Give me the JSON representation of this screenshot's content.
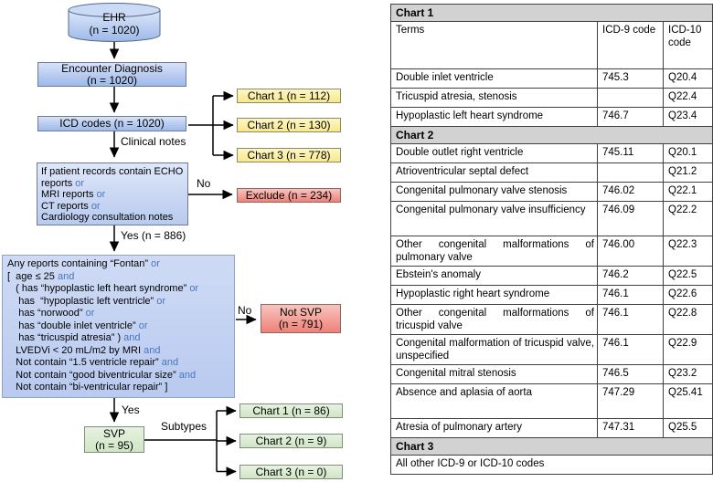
{
  "flowchart": {
    "ehr": {
      "title": "EHR",
      "count": "(n = 1020)"
    },
    "encounter": {
      "title": "Encounter Diagnosis",
      "count": "(n = 1020)"
    },
    "icd_codes": {
      "label": "ICD codes (n = 1020)"
    },
    "labels": {
      "clinical_notes": "Clinical notes",
      "no_exclude": "No",
      "yes_886": "Yes (n = 886)",
      "no_notsvp": "No",
      "yes_svp": "Yes",
      "subtypes": "Subtypes"
    },
    "icd_charts": [
      "Chart 1 (n = 112)",
      "Chart 2 (n = 130)",
      "Chart 3 (n = 778)"
    ],
    "exclude": {
      "label": "Exclude (n = 234)"
    },
    "records_box": {
      "lines": [
        {
          "text": "If patient records contain ECHO reports ",
          "conj": "or"
        },
        {
          "text": "MRI reports ",
          "conj": "or"
        },
        {
          "text": "CT reports ",
          "conj": "or"
        },
        {
          "text": "Cardiology consultation notes"
        }
      ]
    },
    "criteria_box": {
      "lines": [
        {
          "text": "Any reports containing “Fontan” ",
          "conj": "or"
        },
        {
          "text": "[  age ≤ 25 ",
          "conj": "and"
        },
        {
          "text": "   ( has “hypoplastic left heart syndrome” ",
          "conj": "or"
        },
        {
          "text": "    has  “hypoplastic left ventricle” ",
          "conj": "or"
        },
        {
          "text": "    has “norwood” ",
          "conj": "or"
        },
        {
          "text": "    has “double inlet ventricle” ",
          "conj": "or"
        },
        {
          "text": "    has “tricuspid atresia” ) ",
          "conj": "and"
        },
        {
          "text": "   LVEDVi < 20 mL/m2 by MRI ",
          "conj": "and"
        },
        {
          "text": "   Not contain “1.5 ventricle repair” ",
          "conj": "and"
        },
        {
          "text": "   Not contain “good biventricular size” ",
          "conj": "and"
        },
        {
          "text": "   Not contain “bi-ventricular repair” ]"
        }
      ]
    },
    "not_svp": {
      "title": "Not SVP",
      "count": "(n = 791)"
    },
    "svp": {
      "title": "SVP",
      "count": "(n = 95)"
    },
    "svp_charts": [
      "Chart 1 (n = 86)",
      "Chart 2 (n = 9)",
      "Chart 3 (n = 0)"
    ]
  },
  "table": {
    "col_headers": [
      "Terms",
      "ICD-9 code",
      "ICD-10 code"
    ],
    "sections": [
      {
        "title": "Chart 1",
        "show_col_headers": true,
        "rows": [
          {
            "term": "Double inlet ventricle",
            "icd9": "745.3",
            "icd10": "Q20.4"
          },
          {
            "term": "Tricuspid atresia, stenosis",
            "icd9": "",
            "icd10": "Q22.4"
          },
          {
            "term": "Hypoplastic left heart syndrome",
            "icd9": "746.7",
            "icd10": "Q23.4"
          }
        ]
      },
      {
        "title": "Chart 2",
        "show_col_headers": false,
        "rows": [
          {
            "term": "Double outlet right ventricle",
            "icd9": "745.11",
            "icd10": "Q20.1"
          },
          {
            "term": "Atrioventricular septal defect",
            "icd9": "",
            "icd10": "Q21.2"
          },
          {
            "term": "Congenital pulmonary valve stenosis",
            "icd9": "746.02",
            "icd10": "Q22.1"
          },
          {
            "term": "Congenital pulmonary valve insufficiency",
            "icd9": "746.09",
            "icd10": "Q22.2",
            "tall": true
          },
          {
            "term": "Other congenital malformations of pulmonary valve",
            "icd9": "746.00",
            "icd10": "Q22.3"
          },
          {
            "term": "Ebstein's anomaly",
            "icd9": "746.2",
            "icd10": "Q22.5"
          },
          {
            "term": "Hypoplastic right heart syndrome",
            "icd9": "746.1",
            "icd10": "Q22.6"
          },
          {
            "term": "Other congenital malformations of tricuspid valve",
            "icd9": "746.1",
            "icd10": "Q22.8"
          },
          {
            "term": "Congenital malformation of tricuspid valve, unspecified",
            "icd9": "746.1",
            "icd10": "Q22.9"
          },
          {
            "term": "Congenital mitral stenosis",
            "icd9": "746.5",
            "icd10": "Q23.2"
          },
          {
            "term": "Absence and aplasia of aorta",
            "icd9": "747.29",
            "icd10": "Q25.41",
            "tall": true
          },
          {
            "term": "Atresia of pulmonary artery",
            "icd9": "747.31",
            "icd10": "Q25.5"
          }
        ]
      },
      {
        "title": "Chart 3",
        "show_col_headers": false,
        "rows": [
          {
            "term": "All other ICD-9 or ICD-10 codes",
            "span": true
          }
        ]
      }
    ]
  },
  "colors": {
    "conjunction_text": "#4777c0",
    "blue_node_fill_top": "#d9e3f7",
    "blue_node_fill_bottom": "#9fbbeb",
    "yellow_chart_fill": "#f8e88c",
    "red_exclude_fill": "#ee8278",
    "green_svp_fill": "#cfe6c6",
    "table_header_gray": "#d2d2d2",
    "arrow_black": "#000000"
  }
}
